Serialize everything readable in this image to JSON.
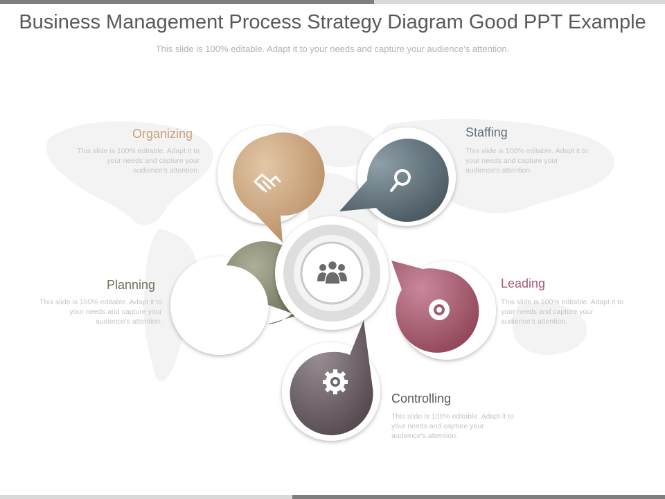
{
  "title": "Business Management Process Strategy Diagram Good PPT Example",
  "subtitle": "This slide is 100% editable. Adapt it to your needs and capture your audience's attention.",
  "colors": {
    "organizing": "#c9a27a",
    "staffing": "#5f6f78",
    "leading": "#a45a6c",
    "planning": "#8a8b72",
    "controlling": "#6d6268",
    "hub": "#6b6b6b"
  },
  "center": {
    "icon": "people-group-icon"
  },
  "steps": [
    {
      "key": "organizing",
      "label": "Organizing",
      "icon": "handshake-icon",
      "description": [
        "This slide is 100% editable. Adapt it to",
        "your needs and capture your",
        "audience's attention."
      ]
    },
    {
      "key": "staffing",
      "label": "Staffing",
      "icon": "magnifier-icon",
      "description": [
        "This slide is 100% editable. Adapt it to",
        "your needs and capture your",
        "audience's attention."
      ]
    },
    {
      "key": "leading",
      "label": "Leading",
      "icon": "target-icon",
      "description": [
        "This slide is 100% editable. Adapt it to",
        "your needs and capture your",
        "audience's attention."
      ]
    },
    {
      "key": "controlling",
      "label": "Controlling",
      "icon": "gear-icon",
      "description": [
        "This slide is 100% editable. Adapt it to",
        "your needs and capture your",
        "audience's attention."
      ]
    },
    {
      "key": "planning",
      "label": "Planning",
      "icon": "growth-chart-icon",
      "description": [
        "This slide is 100% editable. Adapt it to",
        "your needs and capture your",
        "audience's attention."
      ]
    }
  ]
}
